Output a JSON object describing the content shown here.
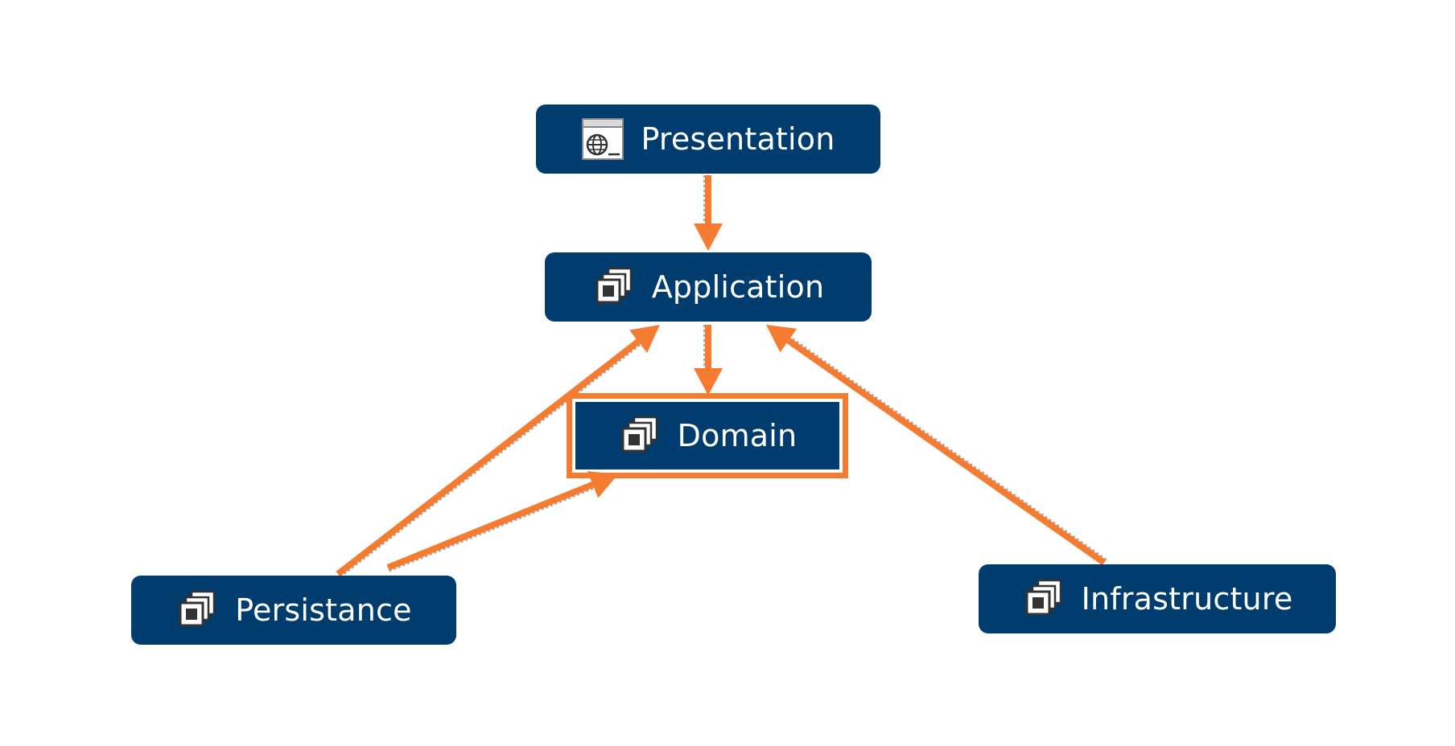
{
  "diagram": {
    "nodes": [
      {
        "id": "presentation",
        "label": "Presentation",
        "icon": "web-app-icon",
        "selected": false
      },
      {
        "id": "application",
        "label": "Application",
        "icon": "layers-icon",
        "selected": false
      },
      {
        "id": "domain",
        "label": "Domain",
        "icon": "layers-icon",
        "selected": true
      },
      {
        "id": "persistance",
        "label": "Persistance",
        "icon": "layers-icon",
        "selected": false
      },
      {
        "id": "infrastructure",
        "label": "Infrastructure",
        "icon": "layers-icon",
        "selected": false
      }
    ],
    "edges": [
      {
        "from": "presentation",
        "to": "application",
        "style": "dependency-arrow"
      },
      {
        "from": "application",
        "to": "domain",
        "style": "dependency-arrow"
      },
      {
        "from": "persistance",
        "to": "application",
        "style": "dependency-arrow"
      },
      {
        "from": "persistance",
        "to": "domain",
        "style": "dependency-arrow"
      },
      {
        "from": "infrastructure",
        "to": "application",
        "style": "dependency-arrow"
      }
    ],
    "colors": {
      "node_fill": "#003d6e",
      "node_text": "#ffffff",
      "edge": "#f47b30",
      "edge_shadow": "#a9a9a9",
      "selection": "#f47b30"
    }
  }
}
